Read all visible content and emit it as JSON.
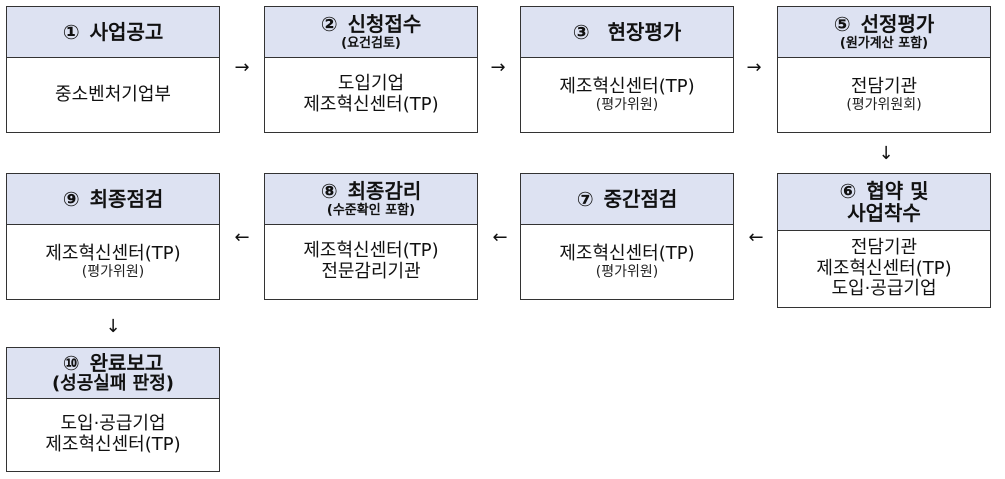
{
  "steps": [
    {
      "num": "①",
      "title": "사업공고",
      "sub": "",
      "lines": [
        "중소벤처기업부"
      ],
      "small": ""
    },
    {
      "num": "②",
      "title": "신청접수",
      "sub": "(요건검토)",
      "lines": [
        "도입기업",
        "제조혁신센터(TP)"
      ],
      "small": ""
    },
    {
      "num": "③",
      "title": "현장평가",
      "sub": "",
      "lines": [
        "제조혁신센터(TP)"
      ],
      "small": "(평가위원)"
    },
    {
      "num": "⑤",
      "title": "선정평가",
      "sub": "(원가계산 포함)",
      "lines": [
        "전담기관"
      ],
      "small": "(평가위원회)"
    },
    {
      "num": "⑥",
      "title": "협약 및",
      "title2": "사업착수",
      "sub": "",
      "lines": [
        "전담기관",
        "제조혁신센터(TP)",
        "도입·공급기업"
      ],
      "small": ""
    },
    {
      "num": "⑦",
      "title": "중간점검",
      "sub": "",
      "lines": [
        "제조혁신센터(TP)"
      ],
      "small": "(평가위원)"
    },
    {
      "num": "⑧",
      "title": "최종감리",
      "sub": "(수준확인 포함)",
      "lines": [
        "제조혁신센터(TP)",
        "전문감리기관"
      ],
      "small": ""
    },
    {
      "num": "⑨",
      "title": "최종점검",
      "sub": "",
      "lines": [
        "제조혁신센터(TP)"
      ],
      "small": "(평가위원)"
    },
    {
      "num": "⑩",
      "title": "완료보고",
      "sub": "(성공실패 판정)",
      "lines": [
        "도입·공급기업",
        "제조혁신센터(TP)"
      ],
      "small": ""
    }
  ],
  "arrows": {
    "right": "→",
    "left": "←",
    "down": "↓"
  }
}
